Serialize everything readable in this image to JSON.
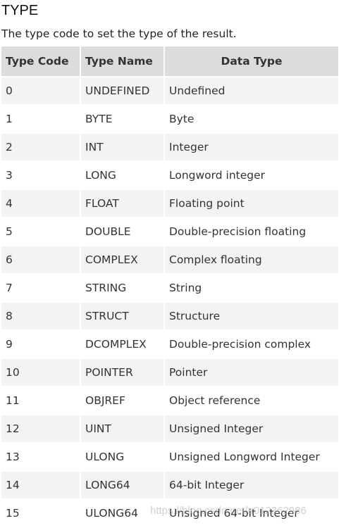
{
  "heading": "TYPE",
  "description": "The type code to set the type of the result.",
  "table": {
    "headers": [
      "Type Code",
      "Type Name",
      "Data Type"
    ],
    "rows": [
      [
        "0",
        "UNDEFINED",
        "Undefined"
      ],
      [
        "1",
        "BYTE",
        "Byte"
      ],
      [
        "2",
        "INT",
        "Integer"
      ],
      [
        "3",
        "LONG",
        "Longword integer"
      ],
      [
        "4",
        "FLOAT",
        "Floating point"
      ],
      [
        "5",
        "DOUBLE",
        "Double-precision floating"
      ],
      [
        "6",
        "COMPLEX",
        "Complex floating"
      ],
      [
        "7",
        "STRING",
        "String"
      ],
      [
        "8",
        "STRUCT",
        "Structure"
      ],
      [
        "9",
        "DCOMPLEX",
        "Double-precision complex"
      ],
      [
        "10",
        "POINTER",
        "Pointer"
      ],
      [
        "11",
        "OBJREF",
        "Object reference"
      ],
      [
        "12",
        "UINT",
        "Unsigned Integer"
      ],
      [
        "13",
        "ULONG",
        "Unsigned Longword Integer"
      ],
      [
        "14",
        "LONG64",
        "64-bit Integer"
      ],
      [
        "15",
        "ULONG64",
        "Unsigned 64-bit Integer"
      ]
    ]
  },
  "watermark": "https://blog.csdn.net/u012362986",
  "colors": {
    "header_bg": "#dcdcdc",
    "row_alt_bg": "#f3f3f3",
    "row_bg": "#ffffff",
    "text": "#333333"
  }
}
